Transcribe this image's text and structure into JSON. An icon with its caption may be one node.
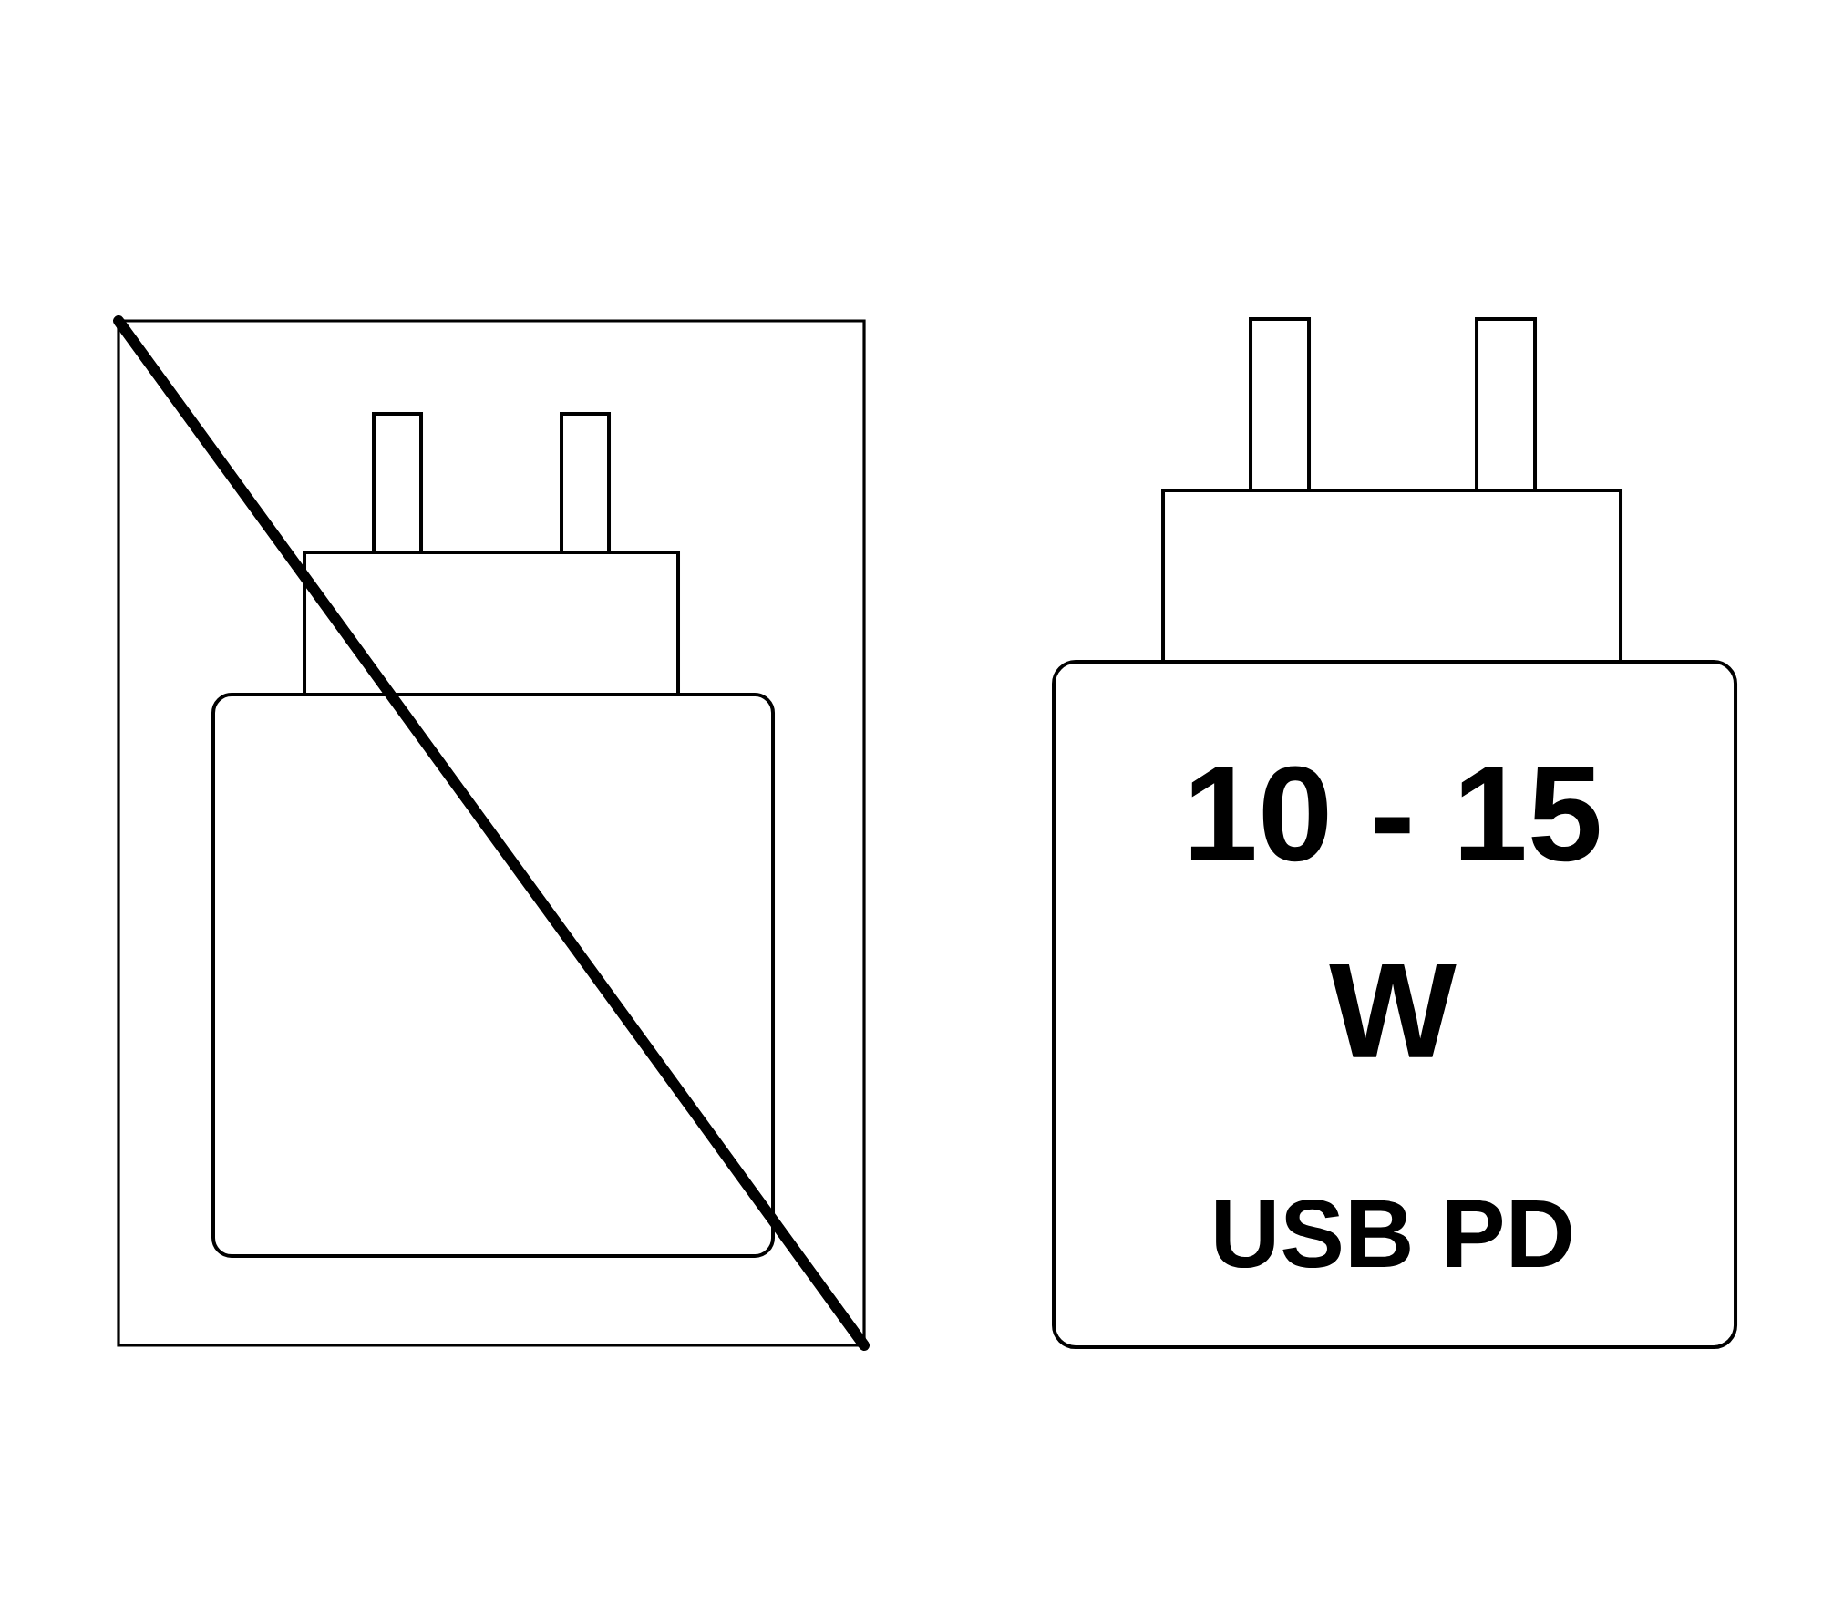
{
  "diagram": {
    "nodes": [
      {
        "text": [],
        "shape": "box"
      },
      {
        "text": [
          "10 - 15 W",
          "USB PD"
        ]
      }
    ]
  }
}
